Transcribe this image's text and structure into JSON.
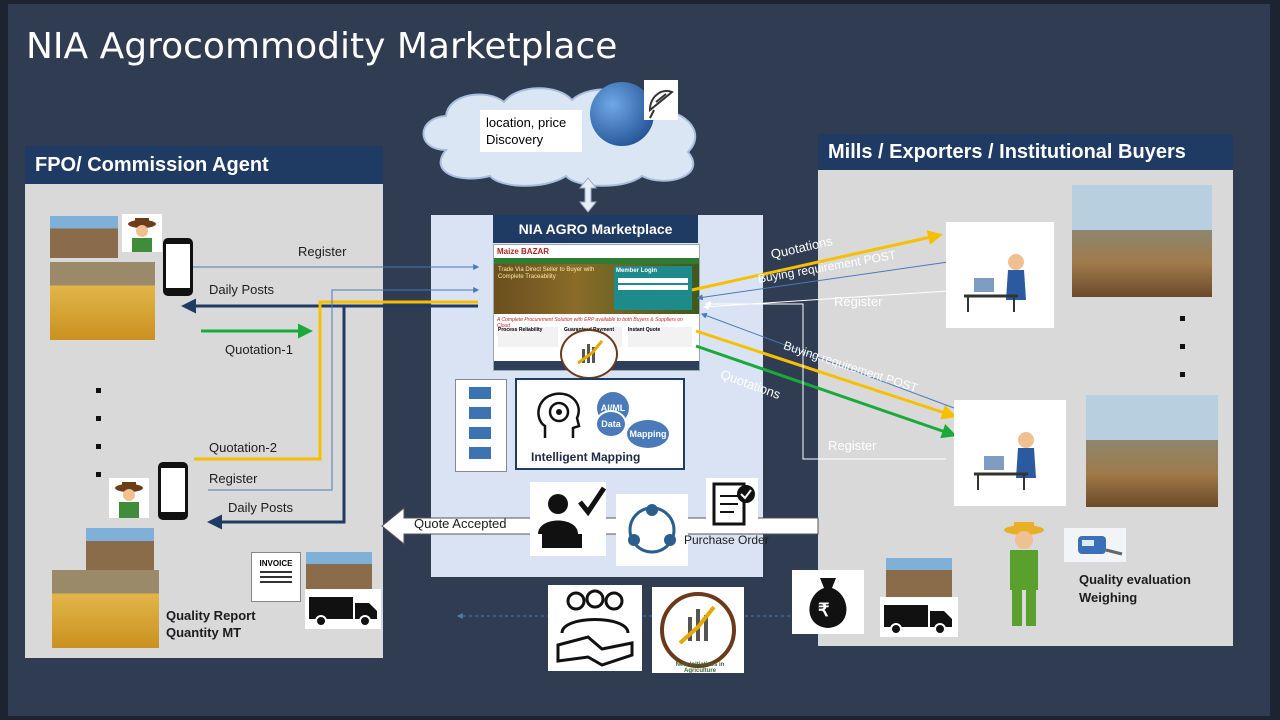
{
  "title": "NIA Agrocommodity Marketplace",
  "cloud": {
    "text": "location, price Discovery"
  },
  "left_panel": {
    "header": "FPO/ Commission Agent",
    "flows": {
      "register_top": "Register",
      "daily_posts_top": "Daily Posts",
      "quotation_1": "Quotation-1",
      "quotation_2": "Quotation-2",
      "register_bottom": "Register",
      "daily_posts_bottom": "Daily Posts"
    },
    "quality_report": "Quality Report",
    "quantity": "Quantity MT",
    "invoice_label": "INVOICE"
  },
  "center_panel": {
    "header": "NIA AGRO Marketplace",
    "website": {
      "logo": "Maize BAZAR",
      "hero_text": "Trade Via Direct Seller to Buyer with Complete Traceability",
      "login_title": "Member Login",
      "tagline": "A Complete Procurement Solution with ERP available to both Buyers & Suppliers on Cloud",
      "features": [
        "Process Reliability",
        "Guaranteed Payment",
        "Instant Quote"
      ]
    },
    "mapping": {
      "label": "Intelligent Mapping",
      "gears": [
        "AI/ML",
        "Data",
        "Mapping"
      ]
    },
    "purchase_order": "Purchase Order",
    "quote_accepted": "Quote Accepted"
  },
  "right_panel": {
    "header": "Mills /  Exporters / Institutional Buyers",
    "flows": {
      "quotations_top": "Quotations",
      "buying_post_top": "Buying requirement POST",
      "register_top": "Register",
      "buying_post_bottom": "Buying requirement POST",
      "quotations_bottom": "Quotations",
      "register_bottom": "Register"
    },
    "quality_line1": "Quality evaluation",
    "quality_line2": "Weighing",
    "currency_symbol": "₹"
  },
  "nia_logo_text": "New Initiatives in Agriculture",
  "colors": {
    "background": "#2f3c51",
    "panel": "#d9d9d9",
    "center_panel": "#dae3f3",
    "header": "#1f3a63",
    "yellow_flow": "#f6c000",
    "green_flow": "#1aaa3a",
    "navy_flow": "#1f3a63",
    "blue_flow": "#4a7ab8"
  }
}
